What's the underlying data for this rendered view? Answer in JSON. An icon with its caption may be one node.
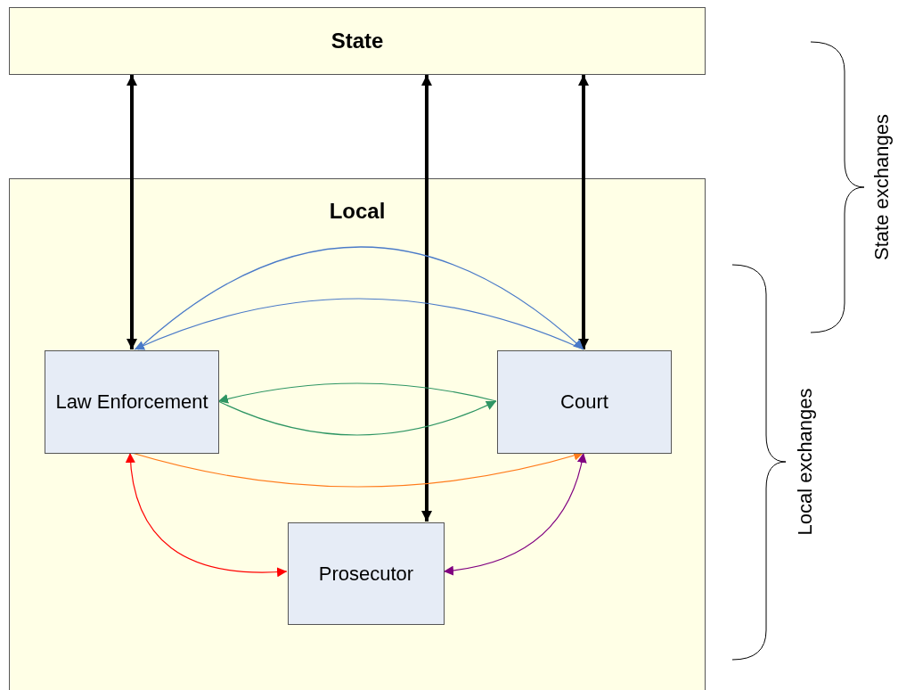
{
  "diagram": {
    "nodes": [
      {
        "text": [
          "State"
        ]
      },
      {
        "text": [
          "Local"
        ]
      },
      {
        "text": [
          "Law Enforcement"
        ],
        "in": 1
      },
      {
        "text": [
          "Court"
        ],
        "in": 1
      },
      {
        "text": [
          "Prosecutor"
        ],
        "in": 1
      }
    ],
    "edges": [
      {
        "from": 0,
        "to": 2,
        "arrow": "both",
        "style": "thick"
      },
      {
        "from": 0,
        "to": 4,
        "arrow": "both",
        "style": "thick"
      },
      {
        "from": 0,
        "to": 3,
        "arrow": "both",
        "style": "thick"
      },
      {
        "from": 2,
        "to": 3,
        "arrow": "to",
        "color": "#4a7ac8"
      },
      {
        "from": 3,
        "to": 2,
        "arrow": "to",
        "color": "#4a7ac8"
      },
      {
        "from": 3,
        "to": 2,
        "arrow": "to",
        "color": "#2e9563"
      },
      {
        "from": 2,
        "to": 3,
        "arrow": "to",
        "color": "#2e9563"
      },
      {
        "from": 2,
        "to": 3,
        "arrow": "to",
        "color": "#ff7a1a"
      },
      {
        "from": 2,
        "to": 4,
        "arrow": "both",
        "color": "#ff0000"
      },
      {
        "from": 3,
        "to": 4,
        "arrow": "both",
        "color": "#800080"
      }
    ],
    "labels": [
      "State exchanges",
      "Local exchanges"
    ]
  }
}
